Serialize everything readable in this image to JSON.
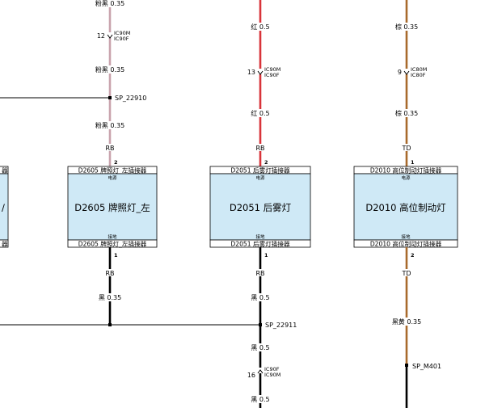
{
  "colors": {
    "pink_black": "#c9a3ad",
    "red": "#d8343a",
    "brown": "#a86a2c",
    "black": "#000000",
    "module_fill": "#cfe9f6",
    "label_bg": "#ffffff"
  },
  "col1": {
    "wire_top": "粉黑 0.35",
    "inline_connector": "12",
    "inline_m": "IC90M",
    "inline_f": "IC90F",
    "wire_mid": "粉黑 0.35",
    "splice": "SP_22910",
    "wire_low": "粉黑 0.35",
    "code_top": "RB",
    "pin_top": "2",
    "conn_top": "D2605 牌照灯_左插接器",
    "power": "电源",
    "module": "D2605 牌照灯_左",
    "ground": "接地",
    "conn_bottom": "D2605 牌照灯_左插接器",
    "pin_bottom": "1",
    "code_bottom": "RB",
    "wire_bottom": "黑 0.35"
  },
  "col2": {
    "wire_top": "红 0.5",
    "inline_connector": "13",
    "inline_m": "IC90M",
    "inline_f": "IC90F",
    "wire_mid": "红 0.5",
    "code_top": "RB",
    "pin_top": "2",
    "conn_top": "D2051 后雾灯插接器",
    "power": "电源",
    "module": "D2051 后雾灯",
    "ground": "接地",
    "conn_bottom": "D2051 后雾灯插接器",
    "pin_bottom": "1",
    "code_bottom": "RB",
    "wire_bottom": "黑 0.5",
    "splice": "SP_22911",
    "wire_after_splice": "黑 0.5",
    "inline2_connector": "16",
    "inline2_f": "IC90F",
    "inline2_m": "IC90M",
    "wire_last": "黑 0.5"
  },
  "col3": {
    "wire_top": "棕 0.35",
    "inline_connector": "9",
    "inline_m": "IC80M",
    "inline_f": "IC80F",
    "wire_mid": "棕 0.35",
    "code_top": "TD",
    "pin_top": "1",
    "conn_top": "D2010 高位制动灯插接器",
    "power": "电源",
    "module": "D2010 高位制动灯",
    "ground": "接地",
    "conn_bottom": "D2010 高位制动灯插接器",
    "pin_bottom": "2",
    "code_bottom": "TD",
    "wire_bottom": "黑黄 0.35",
    "splice": "SP_M401"
  },
  "left_partial": {
    "conn_top_fragment": "器",
    "module_fragment": "/",
    "conn_bottom_fragment": "器"
  }
}
